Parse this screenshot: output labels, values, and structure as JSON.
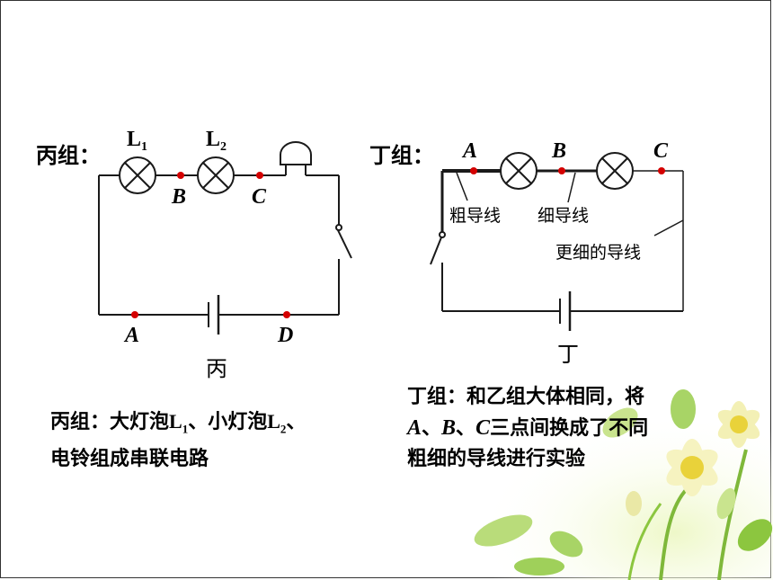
{
  "group_bing": {
    "label": "丙组：",
    "lamp1": "L",
    "lamp1_sub": "1",
    "lamp2": "L",
    "lamp2_sub": "2",
    "points": [
      "A",
      "B",
      "C",
      "D"
    ],
    "caption": "丙"
  },
  "group_ding": {
    "label": "丁组：",
    "points": [
      "A",
      "B",
      "C"
    ],
    "wire_thick": "粗导线",
    "wire_thin": "细导线",
    "wire_thinner": "更细的导线",
    "caption": "丁"
  },
  "description_bing": {
    "part1": "丙组：大灯泡",
    "l1": "L",
    "l1_sub": "1",
    "part2": "、小灯泡",
    "l2": "L",
    "l2_sub": "2",
    "part3": "、",
    "line2": "电铃组成串联电路"
  },
  "description_ding": {
    "line1": "丁组：和乙组大体相同，将",
    "a": "A",
    "sep1": "、",
    "b": "B",
    "sep2": "、",
    "c": "C",
    "line2_rest": "三点间换成了不同",
    "line3": "粗细的导线进行实验"
  },
  "colors": {
    "wire": "#1a1a1a",
    "node": "#d40000",
    "petal": "#f6f3c0",
    "flower_center": "#e9d23a",
    "leaf": "#8cc63f",
    "leaf_dark": "#6aa830"
  }
}
